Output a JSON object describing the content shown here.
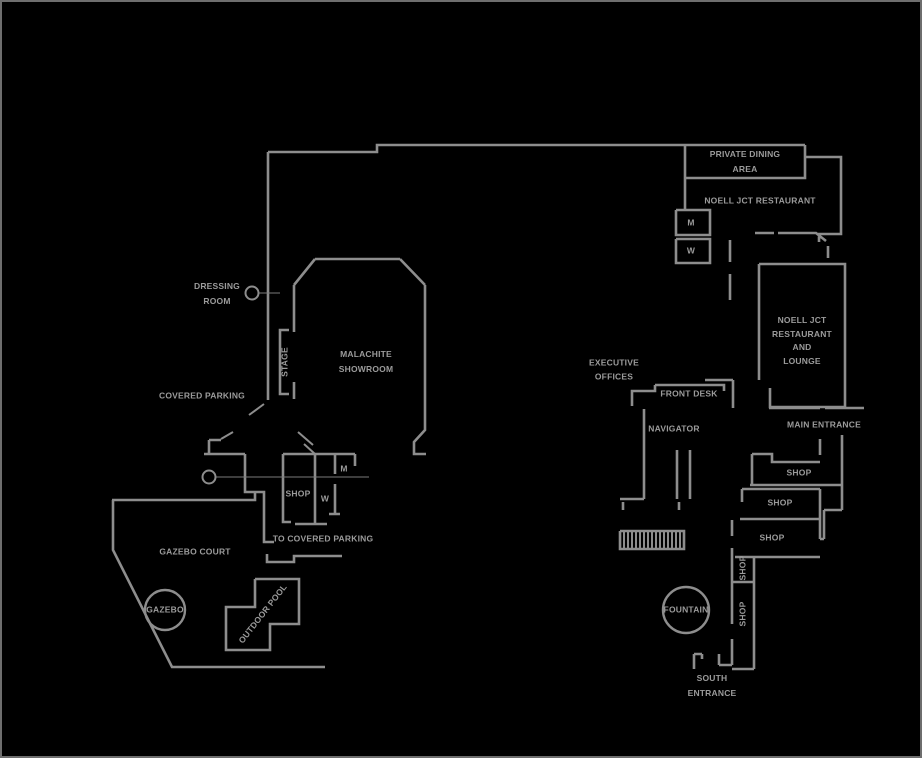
{
  "colors": {
    "background": "#000000",
    "walls": "#8d8d8d",
    "text": "#9b9b9b"
  },
  "plan": {
    "private_dining_area": {
      "line1": "PRIVATE DINING",
      "line2": "AREA"
    },
    "noell_jct_restaurant_label": "NOELL JCT RESTAURANT",
    "upper_restrooms": {
      "men": "M",
      "women": "W"
    },
    "dressing_room": {
      "line1": "DRESSING",
      "line2": "ROOM"
    },
    "stage_label": "STAGE",
    "malachite_showroom": {
      "line1": "MALACHITE",
      "line2": "SHOWROOM"
    },
    "covered_parking_label": "COVERED PARKING",
    "executive_offices": {
      "line1": "EXECUTIVE",
      "line2": "OFFICES"
    },
    "front_desk_label": "FRONT DESK",
    "navigator_label": "NAVIGATOR",
    "noell_jct_restaurant_lounge": {
      "line1": "NOELL JCT",
      "line2": "RESTAURANT",
      "line3": "AND",
      "line4": "LOUNGE"
    },
    "main_entrance_label": "MAIN ENTRANCE",
    "shops": {
      "east_upper": "SHOP",
      "east_middle": "SHOP",
      "east_lower": "SHOP",
      "corridor_upper": "SHOP",
      "corridor_lower": "SHOP",
      "showroom_shop": "SHOP"
    },
    "lower_restrooms": {
      "men": "M",
      "women": "W"
    },
    "to_covered_parking_label": "TO COVERED PARKING",
    "gazebo_court_label": "GAZEBO COURT",
    "gazebo_label": "GAZEBO",
    "outdoor_pool_label": "OUTDOOR POOL",
    "fountain_label": "FOUNTAIN",
    "south_entrance": {
      "line1": "SOUTH",
      "line2": "ENTRANCE"
    }
  }
}
